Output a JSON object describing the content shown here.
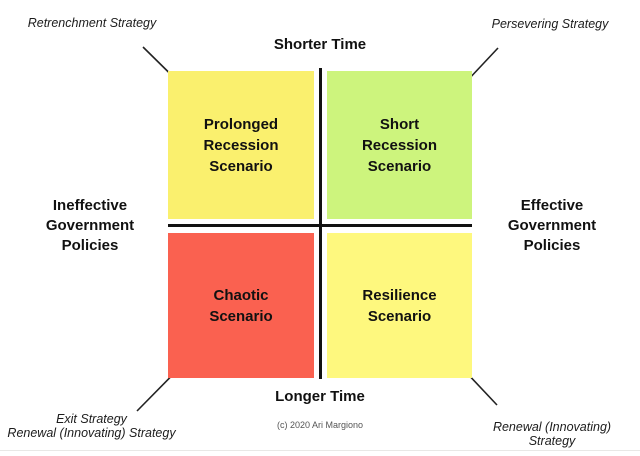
{
  "diagram": {
    "type": "2x2-matrix",
    "axes": {
      "top": "Shorter Time",
      "bottom": "Longer Time",
      "left": "Ineffective\nGovernment\nPolicies",
      "right": "Effective\nGovernment\nPolicies"
    },
    "quadrants": {
      "top_left": {
        "label": "Prolonged\nRecession\nScenario",
        "color": "#FAF06E",
        "strategy": "Retrenchment Strategy"
      },
      "top_right": {
        "label": "Short\nRecession\nScenario",
        "color": "#CDF47D",
        "strategy": "Persevering Strategy"
      },
      "bottom_left": {
        "label": "Chaotic\nScenario",
        "color": "#FA6150",
        "strategy": "Exit Strategy\nRenewal (Innovating) Strategy"
      },
      "bottom_right": {
        "label": "Resilience\nScenario",
        "color": "#FEF87E",
        "strategy": "Renewal (Innovating) Strategy"
      }
    },
    "colors": {
      "axis_line": "#111111",
      "connector_line": "#222222",
      "background": "#ffffff"
    }
  },
  "footer": {
    "copyright": "(c) 2020 Ari Margiono"
  }
}
